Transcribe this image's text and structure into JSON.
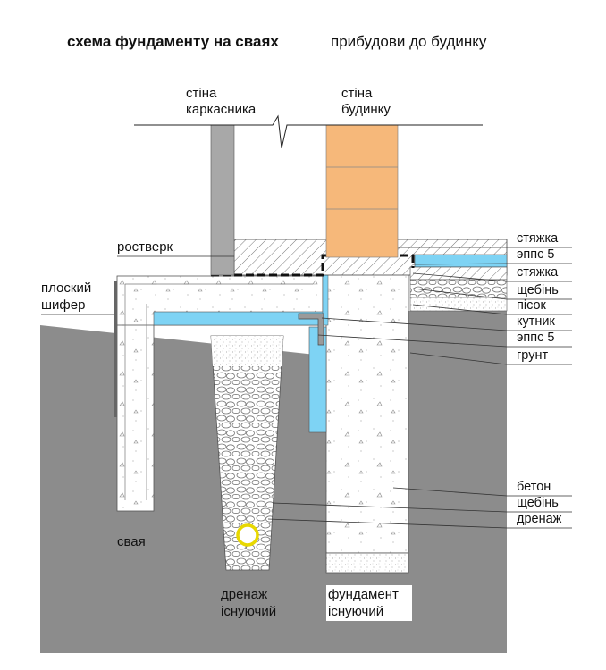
{
  "title": {
    "bold": "схема фундаменту на сваях",
    "regular": "прибудови до будинку"
  },
  "labels": {
    "frame_wall": [
      "стіна",
      "каркасника"
    ],
    "house_wall": [
      "стіна",
      "будинку"
    ],
    "grillage": "ростверк",
    "flat_slate": [
      "плоский",
      "шифер"
    ],
    "pile": "свая",
    "drain_existing": [
      "дренаж",
      "існуючий"
    ],
    "foundation_existing": [
      "фундамент",
      "існуючий"
    ]
  },
  "right_labels": [
    "стяжка",
    "эппс 5",
    "стяжка",
    "щебінь",
    "пісок",
    "кутник",
    "эппс 5",
    "грунт",
    "бетон",
    "щебінь",
    "дренаж"
  ],
  "colors": {
    "soil": "#8c8c8c",
    "brick": "#f6b87a",
    "insulation": "#7ed3f4",
    "concrete": "#ffffff",
    "drain_pipe": "#f0e000",
    "frame_wall": "#a8a8a8"
  }
}
